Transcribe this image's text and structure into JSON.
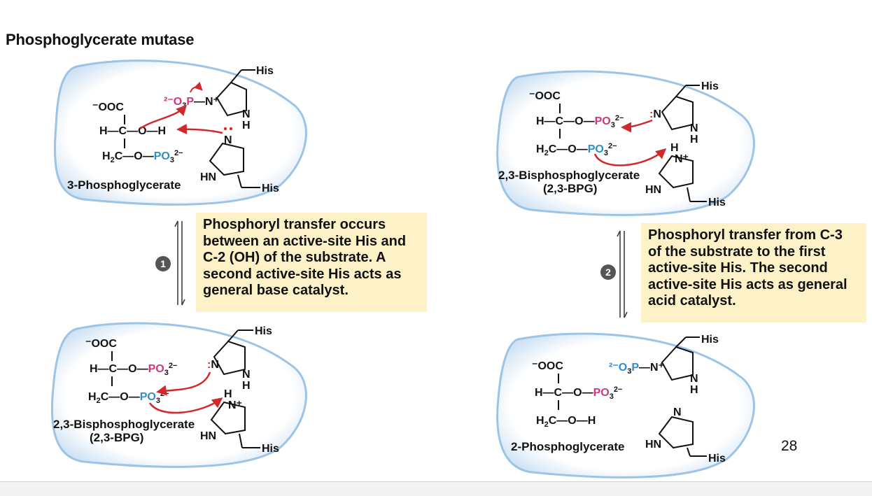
{
  "title": "Phosphoglycerate mutase",
  "step1": {
    "number": "1",
    "text": "Phosphoryl transfer occurs between an active-site His and C-2 (OH) of the substrate. A second active-site His acts as general base catalyst."
  },
  "step2": {
    "number": "2",
    "text": "Phosphoryl transfer from C-3 of the substrate to the first active-site His. The second active-site His acts as general acid catalyst."
  },
  "panels": {
    "top_left": {
      "label": "3-Phosphoglycerate",
      "his_top": "His",
      "his_bottom": "His"
    },
    "bottom_left": {
      "label_line1": "2,3-Bisphosphoglycerate",
      "label_line2": "(2,3-BPG)",
      "his_top": "His",
      "his_bottom": "His"
    },
    "top_right": {
      "label_line1": "2,3-Bisphosphoglycerate",
      "label_line2": "(2,3-BPG)",
      "his_top": "His",
      "his_bottom": "His"
    },
    "bottom_right": {
      "label": "2-Phosphoglycerate",
      "his_top": "His",
      "his_bottom": "His"
    }
  },
  "chem": {
    "carboxylate": "⁻OOC",
    "h_c": "H—C—O",
    "h2c": "H₂C—O—",
    "po3": "PO₃²⁻",
    "phosphoryl_donor": "²⁻O₃P—N⁺",
    "hn": "HN",
    "n": "N",
    "h": "H"
  },
  "page_number": "28",
  "colors": {
    "phosphate_pink": "#d6337f",
    "phosphate_blue": "#2a8fd0",
    "arrow_red": "#d0282b",
    "note_bg": "#fdf2c7",
    "cell_stroke": "#9cc4e6"
  }
}
